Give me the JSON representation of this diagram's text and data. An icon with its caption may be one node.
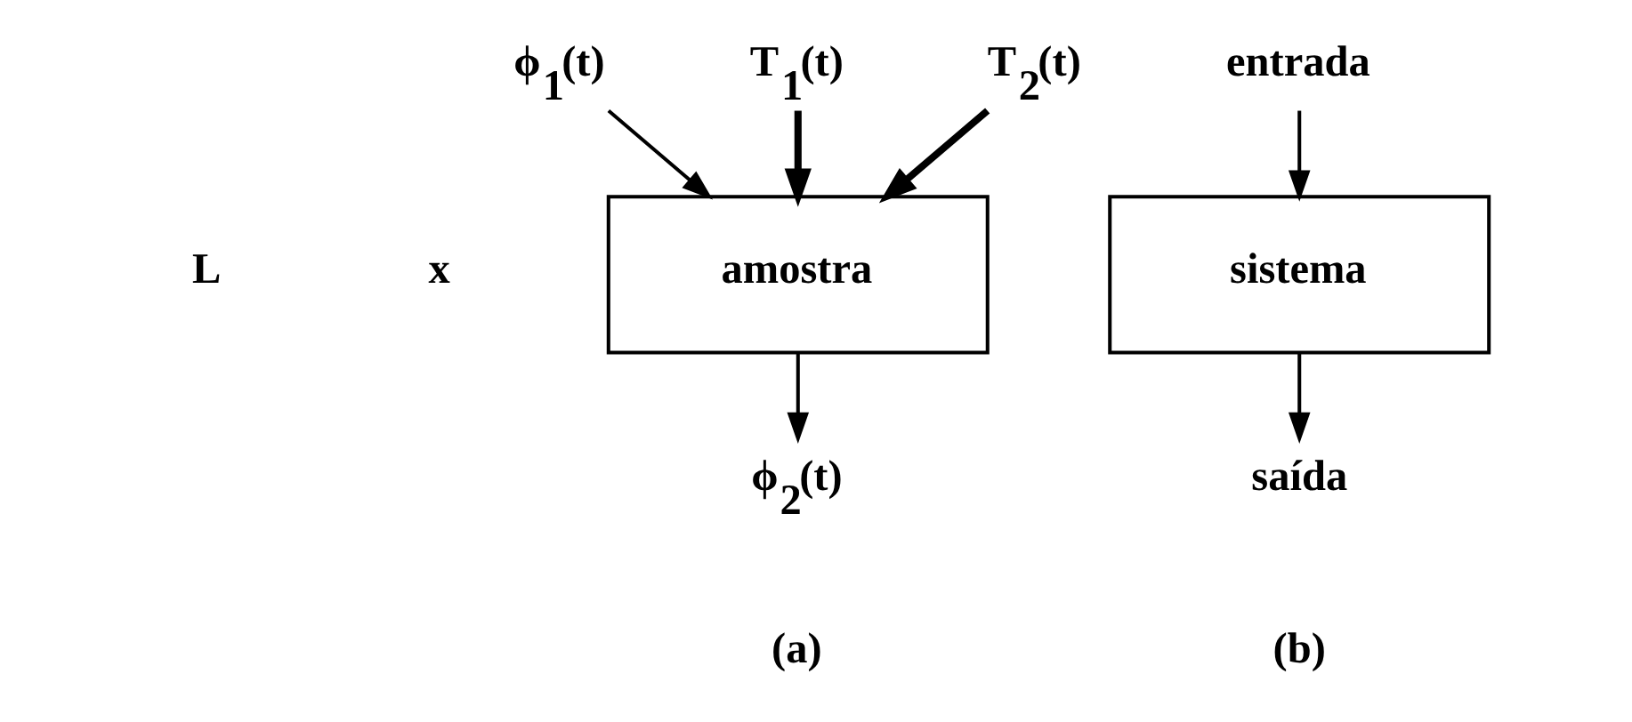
{
  "diagram": {
    "nodes": [
      {
        "text": [
          "ϕ$_{1}$(t)"
        ]
      },
      {
        "text": [
          "T$_{1}$(t)"
        ]
      },
      {
        "text": [
          "amostra"
        ]
      },
      {
        "text": [
          "ϕ$_{2}$(t)"
        ]
      },
      {
        "text": [
          "T$_{2}$(t)"
        ]
      },
      {
        "text": [
          "entrada"
        ]
      },
      {
        "text": [
          "sistema"
        ]
      },
      {
        "text": [
          "saída"
        ]
      }
    ],
    "edges": [
      {
        "from": 0,
        "to": 2,
        "arrow": "to"
      },
      {
        "from": 1,
        "to": 2,
        "arrow": "to",
        "style": "thick"
      },
      {
        "from": 2,
        "to": 3,
        "arrow": "to"
      },
      {
        "from": 4,
        "to": 2,
        "arrow": "to",
        "style": "thick"
      },
      {
        "from": 5,
        "to": 6,
        "arrow": "to"
      },
      {
        "from": 6,
        "to": 7,
        "arrow": "to"
      }
    ],
    "labels": [
      "L",
      "x",
      "(a)",
      "(b)"
    ]
  }
}
